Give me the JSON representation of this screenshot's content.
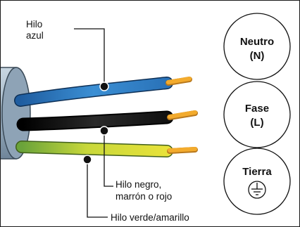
{
  "labels": {
    "blue_wire": [
      "Hilo",
      "azul"
    ],
    "black_wire": [
      "Hilo negro,",
      "marrón o rojo"
    ],
    "green_yellow_wire": "Hilo verde/amarillo"
  },
  "terminals": [
    {
      "name": "Neutro",
      "symbol": "(N)"
    },
    {
      "name": "Fase",
      "symbol": "(L)"
    },
    {
      "name": "Tierra",
      "symbol_icon": "earth-ground-icon"
    }
  ],
  "colors": {
    "neutral_wire": "#2a72b8",
    "live_wire": "#111111",
    "earth_wire_green": "#7fb23a",
    "earth_wire_yellow": "#e8e23a",
    "copper": "#f0a830",
    "cable_sheath": "#9fb3c4"
  }
}
